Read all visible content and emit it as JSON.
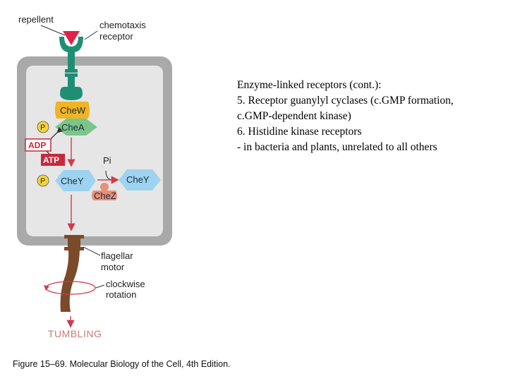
{
  "diagram": {
    "labels": {
      "repellent": "repellent",
      "chemotaxis_line1": "chemotaxis",
      "chemotaxis_line2": "receptor",
      "chew": "CheW",
      "chea": "CheA",
      "p_left_1": "P",
      "p_left_2": "P",
      "adp": "ADP",
      "atp": "ATP",
      "pi": "Pi",
      "chey_left": "CheY",
      "chey_right": "CheY",
      "chez": "CheZ",
      "flagellar_line1": "flagellar",
      "flagellar_line2": "motor",
      "clockwise_line1": "clockwise",
      "clockwise_line2": "rotation",
      "tumbling": "TUMBLING"
    },
    "caption": "Figure 15–69. Molecular Biology of the Cell, 4th Edition.",
    "colors": {
      "cell_border": "#a9a9a9",
      "cell_fill": "#e6e6e6",
      "receptor": "#1f8f73",
      "repellent": "#e0224a",
      "chew": "#f1b422",
      "chea": "#7bc58a",
      "chey": "#9dd3f0",
      "chez": "#e8907a",
      "phosphate": "#f5d33a",
      "arrow": "#d23a4a",
      "flagellum": "#7b4a2b",
      "adp_box": "#c8283a",
      "atp_box": "#c8283a"
    }
  },
  "slide_text": [
    "Enzyme-linked receptors (cont.):",
    "5. Receptor guanylyl cyclases (c.GMP formation,",
    "c.GMP-dependent kinase)",
    "6. Histidine kinase receptors",
    "- in bacteria and plants, unrelated to all others"
  ]
}
